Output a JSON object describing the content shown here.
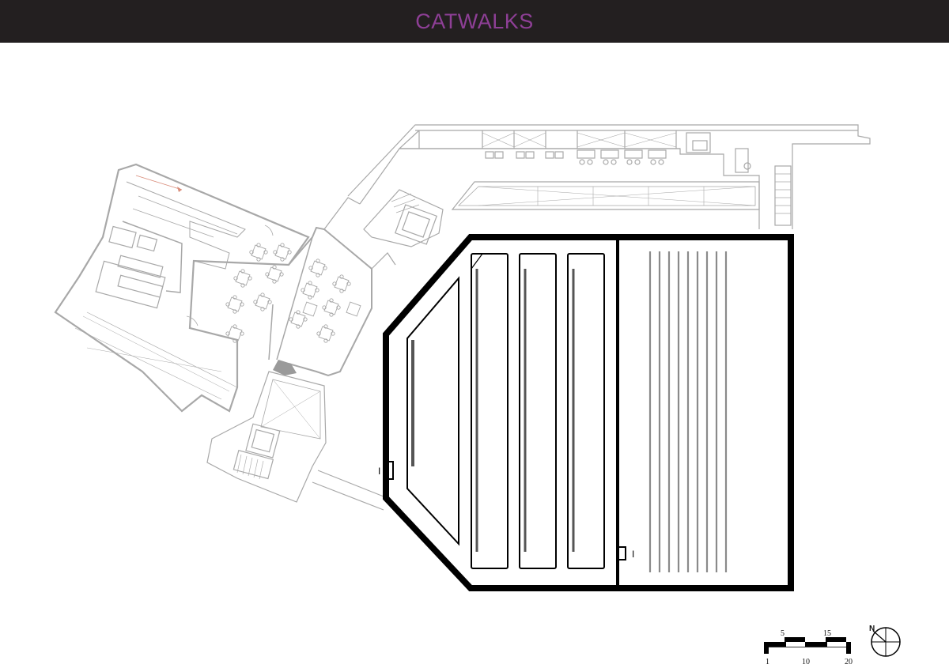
{
  "title": "CATWALKS",
  "colors": {
    "title_bar": "#231f20",
    "title_text": "#8e3f96",
    "context_lines": "#a8a8a8",
    "catwalk_lines": "#000000",
    "accent_arrow": "#d98c7a"
  },
  "scale_bar": {
    "top_labels": [
      "5",
      "15"
    ],
    "bottom_labels": [
      "1",
      "10",
      "20"
    ]
  },
  "north_arrow": {
    "label": "N"
  },
  "markers": {
    "left_door": "I",
    "right_door": "I"
  }
}
